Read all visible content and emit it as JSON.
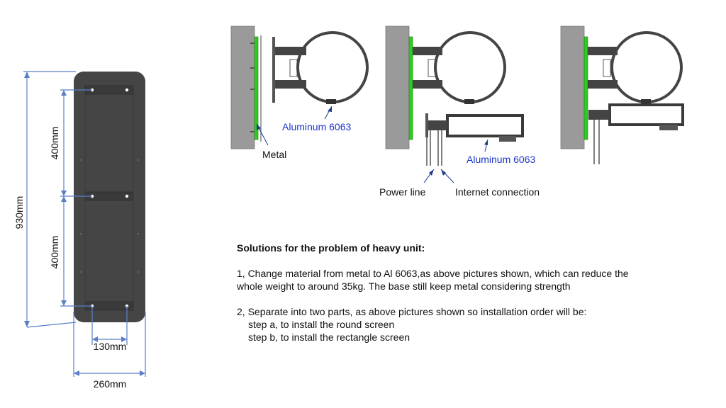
{
  "dimensions": {
    "height_total": "930mm",
    "spacing_top": "400mm",
    "spacing_bottom": "400mm",
    "hole_spacing": "130mm",
    "width_total": "260mm"
  },
  "labels": {
    "metal": "Metal",
    "aluminum_1": "Aluminum 6063",
    "aluminum_2": "Aluminum 6063",
    "power_line": "Power line",
    "internet_connection": "Internet connection"
  },
  "notes": {
    "heading": "Solutions for the problem of heavy unit:",
    "item1_line1": "1, Change material from metal to Al 6063,as above pictures shown, which can reduce the",
    "item1_line2": "whole  weight to around 35kg. The base still keep metal considering strength",
    "item2_line1": "2, Separate into two parts, as above pictures shown so installation order will be:",
    "step_a": "step a, to install the round screen",
    "step_b": "step b, to install the rectangle screen"
  },
  "colors": {
    "dim_line": "#5b7fc7",
    "panel": "#454545",
    "wall": "#9a9a9a",
    "green_strip": "#2ecc1f",
    "label_blue": "#1b35c8"
  }
}
